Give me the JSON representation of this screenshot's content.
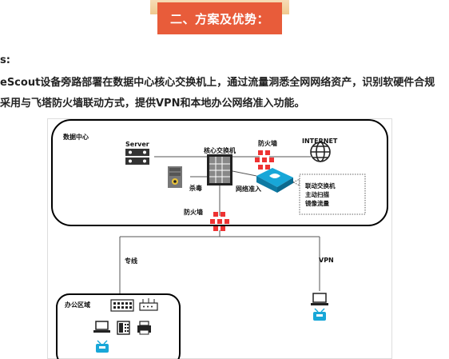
{
  "banner": {
    "title": "二、方案及优势："
  },
  "body_text": {
    "line1": "s:",
    "line2": "eScout设备旁路部署在数据中心核心交换机上，通过流量洞悉全网网络资产，识别软硬件合规",
    "line3": "采用与飞塔防火墙联动方式，提供VPN和本地办公网络准入功能。"
  },
  "diagram": {
    "datacenter_label": "数据中心",
    "server_label": "Server",
    "core_switch_label": "核心交换机",
    "firewall_top_label": "防火墙",
    "internet_label": "INTERNET",
    "antivirus_label": "杀毒",
    "nac_label": "网络准入",
    "firewall_bottom_label": "防火墙",
    "modes": [
      "联动交换机",
      "主动扫描",
      "镜像流量"
    ],
    "leased_line_label": "专线",
    "vpn_label": "VPN",
    "office_label": "办公区域",
    "colors": {
      "firewall": "#e33",
      "nac_device": "#18a7d8",
      "line": "#555",
      "frame": "#000"
    }
  }
}
